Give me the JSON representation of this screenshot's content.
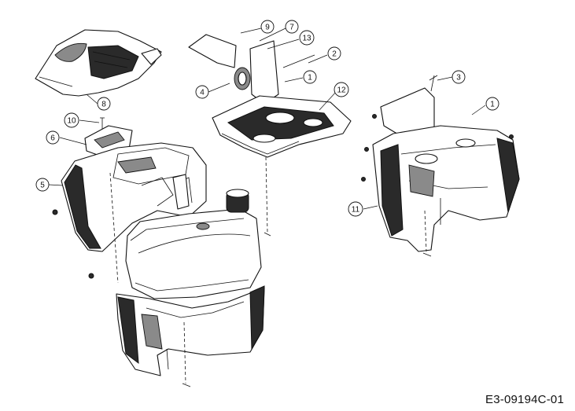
{
  "callouts": [
    {
      "id": "c9a",
      "label": "9"
    },
    {
      "id": "c7",
      "label": "7"
    },
    {
      "id": "c13",
      "label": "13"
    },
    {
      "id": "c2",
      "label": "2"
    },
    {
      "id": "c1a",
      "label": "1"
    },
    {
      "id": "c12",
      "label": "12"
    },
    {
      "id": "c4",
      "label": "4"
    },
    {
      "id": "c3",
      "label": "3"
    },
    {
      "id": "c1b",
      "label": "1"
    },
    {
      "id": "c8",
      "label": "8"
    },
    {
      "id": "c10",
      "label": "10"
    },
    {
      "id": "c6",
      "label": "6"
    },
    {
      "id": "c5",
      "label": "5"
    },
    {
      "id": "c11",
      "label": "11"
    }
  ],
  "diagram_code": "E3-09194C-01"
}
